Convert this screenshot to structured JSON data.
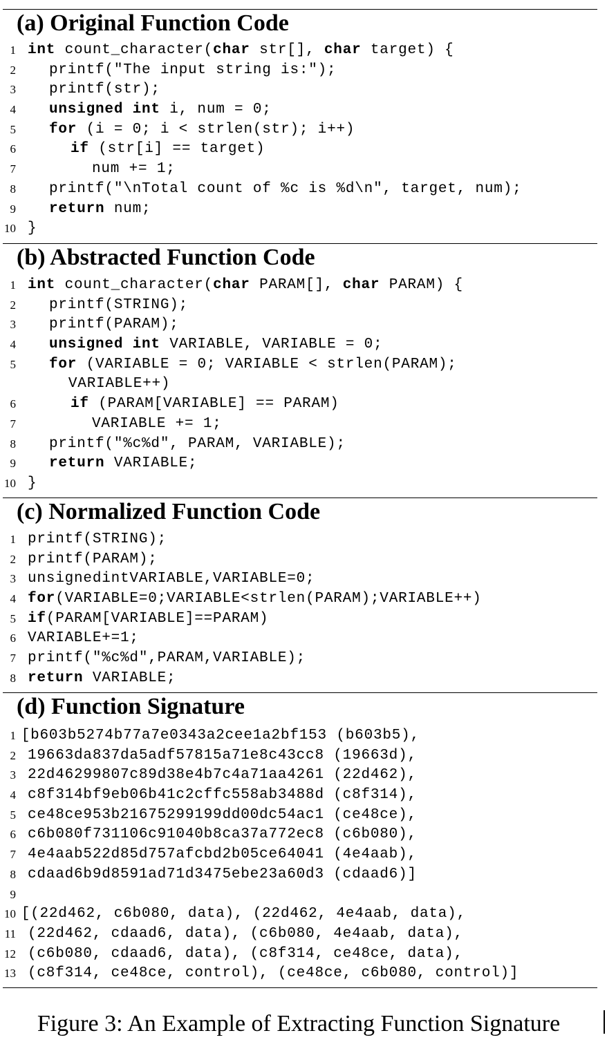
{
  "sections": [
    {
      "title": "(a) Original Function Code",
      "lines": [
        {
          "n": "1",
          "indent": 0,
          "tokens": [
            {
              "t": "int",
              "b": true
            },
            {
              "t": " count_character("
            },
            {
              "t": "char",
              "b": true
            },
            {
              "t": " str[], "
            },
            {
              "t": "char",
              "b": true
            },
            {
              "t": " target) {"
            }
          ]
        },
        {
          "n": "2",
          "indent": 1,
          "tokens": [
            {
              "t": "printf(\"The input string is:\");"
            }
          ]
        },
        {
          "n": "3",
          "indent": 1,
          "tokens": [
            {
              "t": "printf(str);"
            }
          ]
        },
        {
          "n": "4",
          "indent": 1,
          "tokens": [
            {
              "t": "unsigned int",
              "b": true
            },
            {
              "t": " i, num = 0;"
            }
          ]
        },
        {
          "n": "5",
          "indent": 1,
          "tokens": [
            {
              "t": "for",
              "b": true
            },
            {
              "t": " (i = 0; i < strlen(str); i++)"
            }
          ]
        },
        {
          "n": "6",
          "indent": 2,
          "tokens": [
            {
              "t": "if",
              "b": true
            },
            {
              "t": " (str[i] == target)"
            }
          ]
        },
        {
          "n": "7",
          "indent": 3,
          "tokens": [
            {
              "t": "num += 1;"
            }
          ]
        },
        {
          "n": "8",
          "indent": 1,
          "tokens": [
            {
              "t": "printf(\"\\nTotal count of %c is %d\\n\", target, num);"
            }
          ]
        },
        {
          "n": "9",
          "indent": 1,
          "tokens": [
            {
              "t": "return",
              "b": true
            },
            {
              "t": " num;"
            }
          ]
        },
        {
          "n": "10",
          "indent": 0,
          "tokens": [
            {
              "t": "}"
            }
          ]
        }
      ]
    },
    {
      "title": "(b) Abstracted Function Code",
      "lines": [
        {
          "n": "1",
          "indent": 0,
          "tokens": [
            {
              "t": "int",
              "b": true
            },
            {
              "t": " count_character("
            },
            {
              "t": "char",
              "b": true
            },
            {
              "t": " PARAM[], "
            },
            {
              "t": "char",
              "b": true
            },
            {
              "t": " PARAM) {"
            }
          ]
        },
        {
          "n": "2",
          "indent": 1,
          "tokens": [
            {
              "t": "printf(STRING);"
            }
          ]
        },
        {
          "n": "3",
          "indent": 1,
          "tokens": [
            {
              "t": "printf(PARAM);"
            }
          ]
        },
        {
          "n": "4",
          "indent": 1,
          "tokens": [
            {
              "t": "unsigned int",
              "b": true
            },
            {
              "t": " VARIABLE, VARIABLE = 0;"
            }
          ]
        },
        {
          "n": "5",
          "indent": 1,
          "tokens": [
            {
              "t": "for",
              "b": true
            },
            {
              "t": " (VARIABLE = 0; VARIABLE < strlen(PARAM);"
            }
          ]
        },
        {
          "n": "",
          "indent": 1.9,
          "tokens": [
            {
              "t": "VARIABLE++)"
            }
          ]
        },
        {
          "n": "6",
          "indent": 2,
          "tokens": [
            {
              "t": "if",
              "b": true
            },
            {
              "t": " (PARAM[VARIABLE] == PARAM)"
            }
          ]
        },
        {
          "n": "7",
          "indent": 3,
          "tokens": [
            {
              "t": "VARIABLE += 1;"
            }
          ]
        },
        {
          "n": "8",
          "indent": 1,
          "tokens": [
            {
              "t": "printf(\"%c%d\", PARAM, VARIABLE);"
            }
          ]
        },
        {
          "n": "9",
          "indent": 1,
          "tokens": [
            {
              "t": "return",
              "b": true
            },
            {
              "t": " VARIABLE;"
            }
          ]
        },
        {
          "n": "10",
          "indent": 0,
          "tokens": [
            {
              "t": "}"
            }
          ]
        }
      ]
    },
    {
      "title": "(c) Normalized Function Code",
      "lines": [
        {
          "n": "1",
          "indent": 0,
          "tokens": [
            {
              "t": "printf(STRING);"
            }
          ]
        },
        {
          "n": "2",
          "indent": 0,
          "tokens": [
            {
              "t": "printf(PARAM);"
            }
          ]
        },
        {
          "n": "3",
          "indent": 0,
          "tokens": [
            {
              "t": "unsignedintVARIABLE,VARIABLE=0;"
            }
          ]
        },
        {
          "n": "4",
          "indent": 0,
          "tokens": [
            {
              "t": "for",
              "b": true
            },
            {
              "t": "(VARIABLE=0;VARIABLE<strlen(PARAM);VARIABLE++)"
            }
          ]
        },
        {
          "n": "5",
          "indent": 0,
          "tokens": [
            {
              "t": "if",
              "b": true
            },
            {
              "t": "(PARAM[VARIABLE]==PARAM)"
            }
          ]
        },
        {
          "n": "6",
          "indent": 0,
          "tokens": [
            {
              "t": "VARIABLE+=1;"
            }
          ]
        },
        {
          "n": "7",
          "indent": 0,
          "tokens": [
            {
              "t": "printf(\"%c%d\",PARAM,VARIABLE);"
            }
          ]
        },
        {
          "n": "8",
          "indent": 0,
          "tokens": [
            {
              "t": "return",
              "b": true
            },
            {
              "t": " VARIABLE;"
            }
          ]
        }
      ]
    },
    {
      "title": "(d) Function Signature",
      "lines": [
        {
          "n": "1",
          "indent": -0.3,
          "tokens": [
            {
              "t": "[b603b5274b77a7e0343a2cee1a2bf153 (b603b5),"
            }
          ]
        },
        {
          "n": "2",
          "indent": 0,
          "tokens": [
            {
              "t": "19663da837da5adf57815a71e8c43cc8 (19663d),"
            }
          ]
        },
        {
          "n": "3",
          "indent": 0,
          "tokens": [
            {
              "t": "22d46299807c89d38e4b7c4a71aa4261 (22d462),"
            }
          ]
        },
        {
          "n": "4",
          "indent": 0,
          "tokens": [
            {
              "t": "c8f314bf9eb06b41c2cffc558ab3488d (c8f314),"
            }
          ]
        },
        {
          "n": "5",
          "indent": 0,
          "tokens": [
            {
              "t": "ce48ce953b21675299199dd00dc54ac1 (ce48ce),"
            }
          ]
        },
        {
          "n": "6",
          "indent": 0,
          "tokens": [
            {
              "t": "c6b080f731106c91040b8ca37a772ec8 (c6b080),"
            }
          ]
        },
        {
          "n": "7",
          "indent": 0,
          "tokens": [
            {
              "t": "4e4aab522d85d757afcbd2b05ce64041 (4e4aab),"
            }
          ]
        },
        {
          "n": "8",
          "indent": 0,
          "tokens": [
            {
              "t": "cdaad6b9d8591ad71d3475ebe23a60d3 (cdaad6)]"
            }
          ]
        },
        {
          "n": "9",
          "indent": 0,
          "tokens": []
        },
        {
          "n": "10",
          "indent": -0.3,
          "tokens": [
            {
              "t": "[(22d462, c6b080, data), (22d462, 4e4aab, data),"
            }
          ]
        },
        {
          "n": "11",
          "indent": 0,
          "tokens": [
            {
              "t": "(22d462, cdaad6, data), (c6b080, 4e4aab, data),"
            }
          ]
        },
        {
          "n": "12",
          "indent": 0,
          "tokens": [
            {
              "t": "(c6b080, cdaad6, data), (c8f314, ce48ce, data),"
            }
          ]
        },
        {
          "n": "13",
          "indent": 0,
          "tokens": [
            {
              "t": "(c8f314, ce48ce, control), (ce48ce, c6b080, control)]"
            }
          ]
        }
      ]
    }
  ],
  "caption": "Figure 3: An Example of Extracting Function Signature"
}
